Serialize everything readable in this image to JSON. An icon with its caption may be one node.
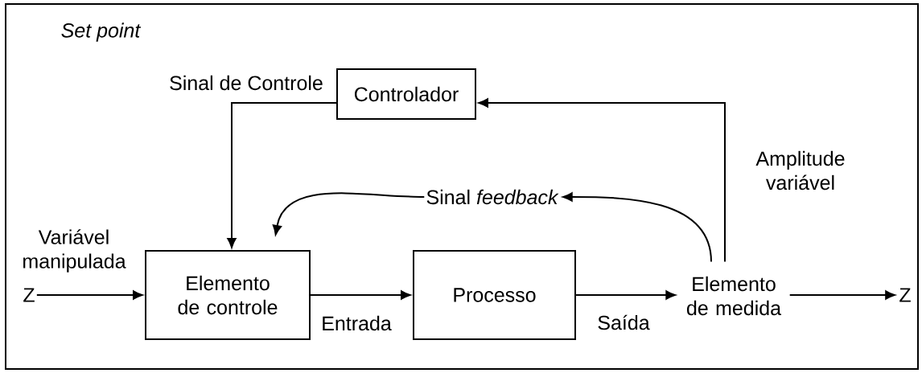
{
  "diagram": {
    "nodes": [
      {
        "text": [
          "Controlador"
        ]
      },
      {
        "text": [
          "Sinal *feedback*"
        ]
      },
      {
        "text": [
          "Z"
        ]
      },
      {
        "text": [
          "Elemento de controle"
        ]
      },
      {
        "text": [
          "Processo"
        ]
      },
      {
        "text": [
          "Elemento de medida"
        ]
      },
      {
        "text": [
          "Z"
        ]
      }
    ],
    "edges": [
      {
        "from": 2,
        "to": 3,
        "arrow": "to",
        "label": "Variável manipulada"
      },
      {
        "from": 3,
        "to": 4,
        "arrow": "to",
        "label": "Entrada"
      },
      {
        "from": 4,
        "to": 5,
        "arrow": "to",
        "label": "Saída"
      },
      {
        "from": 5,
        "to": 6,
        "arrow": "to"
      },
      {
        "from": 5,
        "to": 0,
        "arrow": "to",
        "label": "Amplitude variável"
      },
      {
        "from": 0,
        "to": 3,
        "arrow": "to",
        "label": "Sinal de Controle"
      },
      {
        "from": 5,
        "to": 1,
        "arrow": "to"
      },
      {
        "from": 1,
        "to": 3,
        "arrow": "to"
      }
    ],
    "labels": [
      "Set point"
    ]
  }
}
